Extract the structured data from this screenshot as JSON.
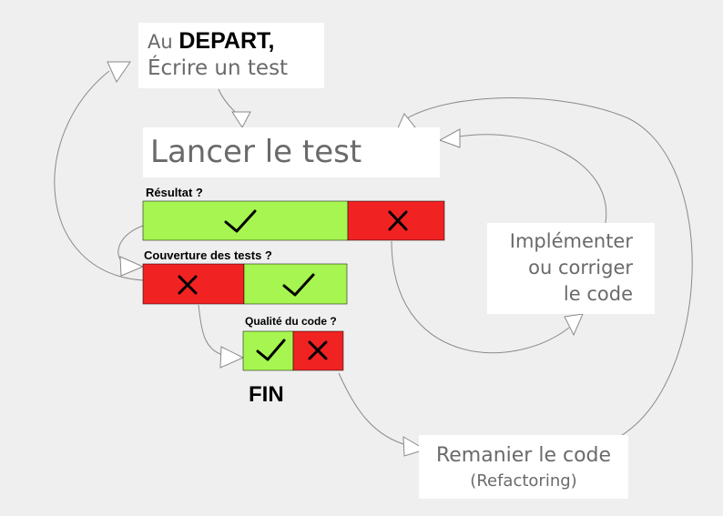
{
  "start": {
    "prefix": "Au",
    "emphasis": "DEPART,",
    "line2": "Écrire un test"
  },
  "run_test": "Lancer le test",
  "implement": {
    "line1": "Implémenter",
    "line2": "ou corriger",
    "line3": "le code"
  },
  "refactor": {
    "line1": "Remanier le code",
    "line2": "(Refactoring)"
  },
  "checks": {
    "result": "Résultat ?",
    "coverage": "Couverture des tests ?",
    "quality": "Qualité du code ?"
  },
  "end": "FIN",
  "colors": {
    "pass": "#a6f550",
    "fail": "#f02222",
    "arrow": "#7f7f7f"
  }
}
